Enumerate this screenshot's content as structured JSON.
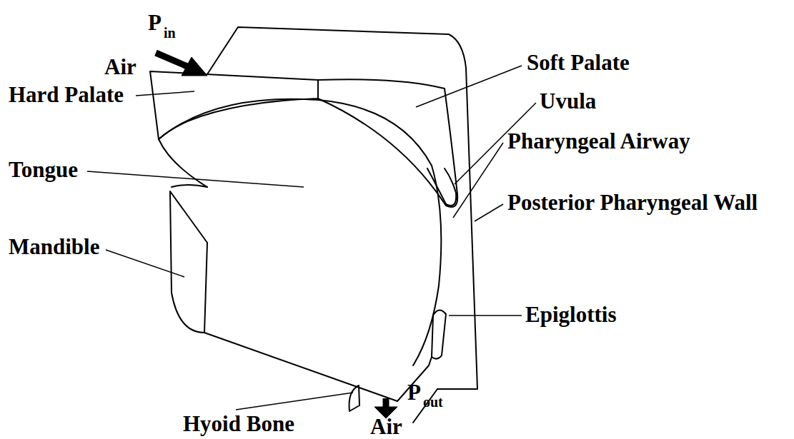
{
  "diagram": {
    "labels": [
      "P",
      "in",
      "Air",
      "Hard Palate",
      "Soft Palate",
      "Uvula",
      "Tongue",
      "Pharyngeal Airway",
      "Mandible",
      "Posterior Pharyngeal Wall",
      "Epiglottis",
      "Hyoid Bone",
      "P",
      "out",
      "Air"
    ]
  }
}
